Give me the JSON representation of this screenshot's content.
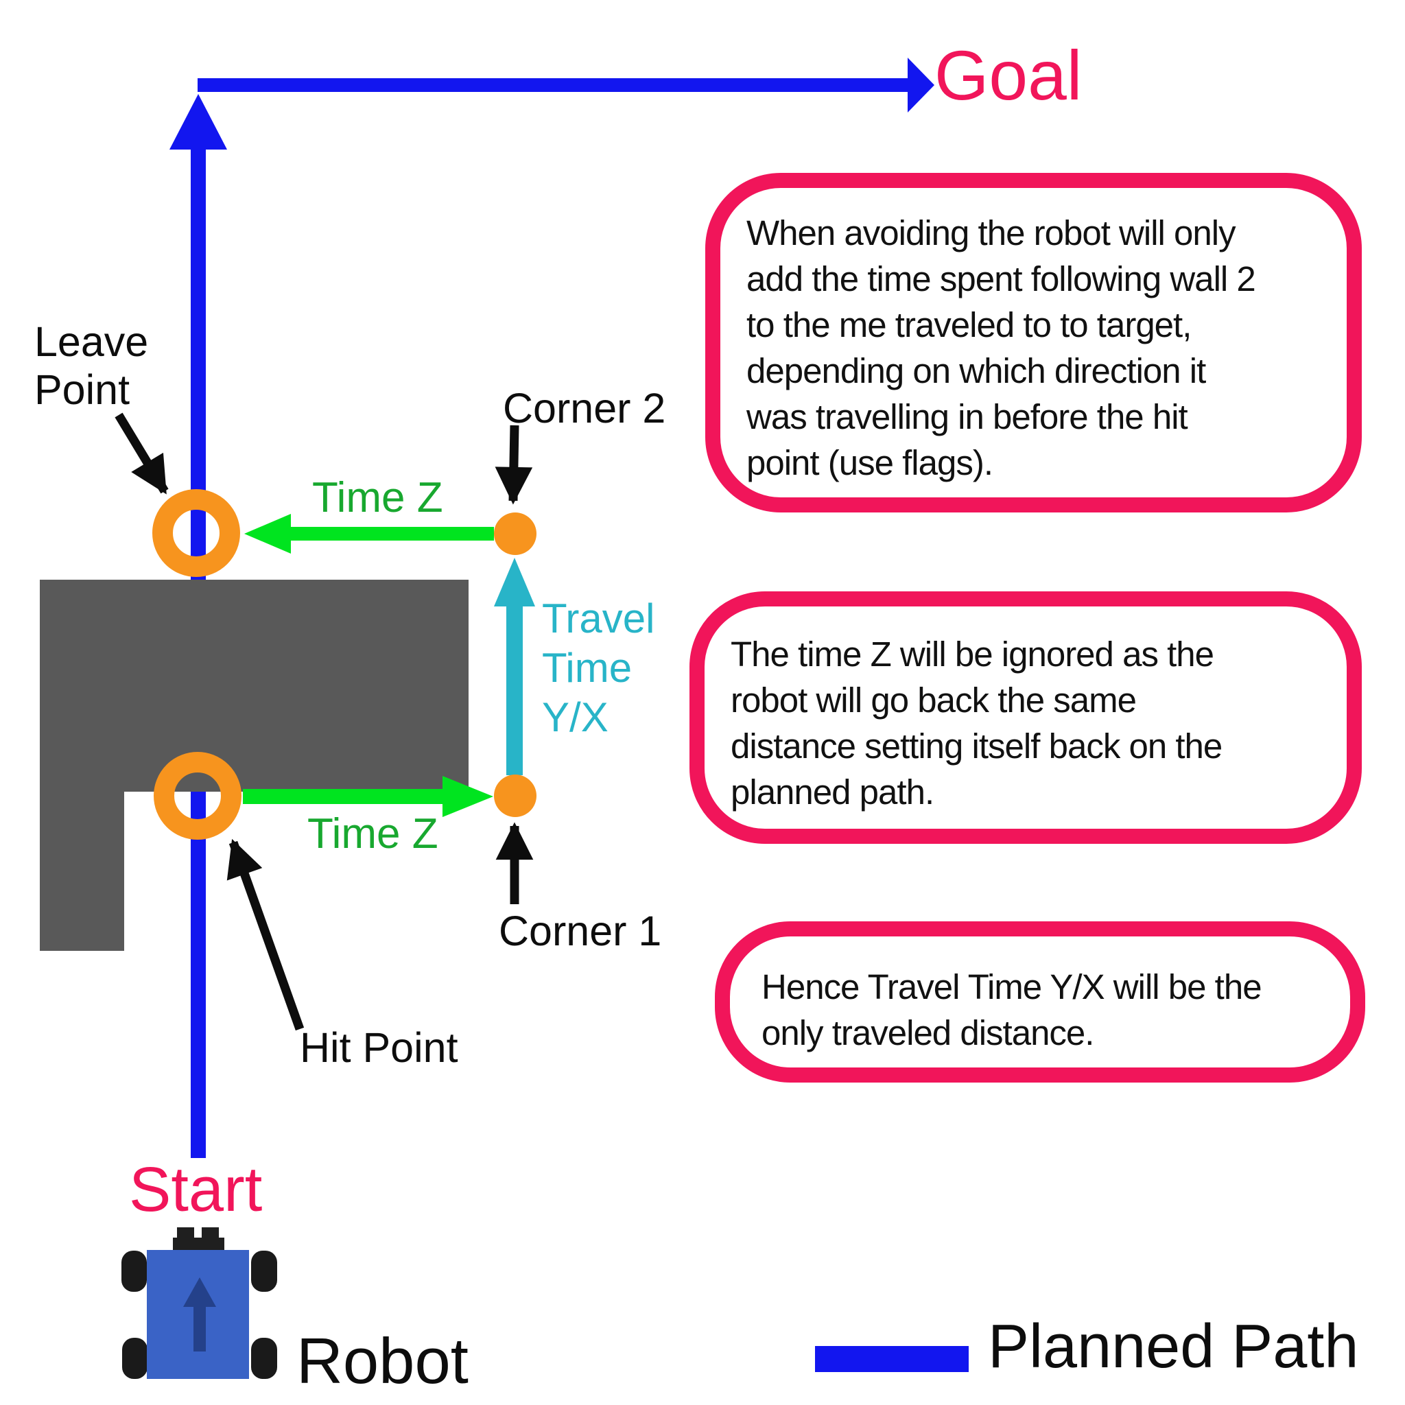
{
  "colors": {
    "planned_path_blue": "#1216ef",
    "accent_pink": "#f1155a",
    "marker_orange": "#f7941e",
    "arrow_green": "#00e41f",
    "text_green": "#18a82f",
    "arrow_cyan": "#28b4c8",
    "obstacle_gray": "#595959",
    "robot_body_blue": "#3a63c6",
    "robot_arrow_navy": "#24418a",
    "annotation_black": "#0d0d0d"
  },
  "labels": {
    "goal": "Goal",
    "start": "Start",
    "robot": "Robot",
    "leave_point": "Leave\nPoint",
    "hit_point": "Hit Point",
    "corner_2": "Corner 2",
    "corner_1": "Corner 1",
    "time_z_top": "Time Z",
    "time_z_bottom": "Time Z",
    "travel_time": "Travel\nTime\nY/X"
  },
  "legend": {
    "planned_path_label": "Planned Path"
  },
  "notes": [
    {
      "text": "When avoiding the robot will only\nadd the time spent following wall 2\nto the me traveled to to target,\ndepending on which direction it\nwas travelling in before the hit\npoint (use flags)."
    },
    {
      "text": "The time Z will be ignored as the\nrobot will go back the same\ndistance setting itself back on the\nplanned path."
    },
    {
      "text": "Hence Travel Time Y/X will be the\nonly traveled distance."
    }
  ]
}
